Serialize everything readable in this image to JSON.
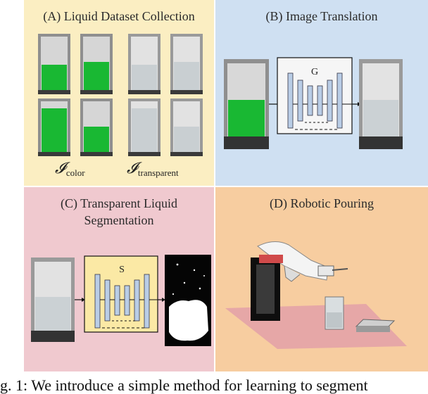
{
  "colors": {
    "panel_a": "#fbeec2",
    "panel_b": "#cfe0f2",
    "panel_c": "#f0c9cf",
    "panel_d": "#f7cda0",
    "green_liquid": "#19b833",
    "network_box": "#f6f6f6",
    "network_box_s": "#fbe9a5",
    "layer_block": "#b9cde6",
    "pour_mat": "#e6a7a7"
  },
  "panels": {
    "a": {
      "title": "(A) Liquid Dataset Collection",
      "label_color_main": "𝓘",
      "label_color_sub": "color",
      "label_transparent_main": "𝓘",
      "label_transparent_sub": "transparent"
    },
    "b": {
      "title": "(B) Image Translation",
      "network_label": "G"
    },
    "c": {
      "title_line1": "(C) Transparent Liquid",
      "title_line2": "Segmentation",
      "network_label": "S"
    },
    "d": {
      "title": "(D) Robotic Pouring"
    }
  },
  "caption": "g. 1: We introduce a simple method for learning to segment"
}
